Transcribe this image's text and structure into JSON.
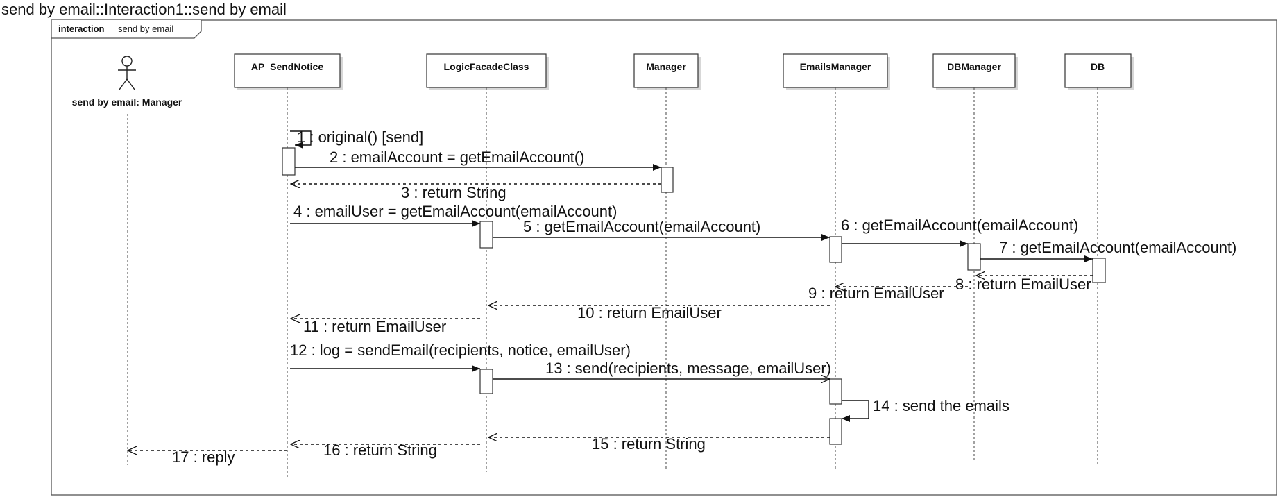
{
  "diagram": {
    "title": "send by email::Interaction1::send by email",
    "frame": {
      "keyword": "interaction",
      "name": "send by email"
    },
    "actor": {
      "label": "send by email: Manager"
    },
    "lifelines": [
      {
        "label": "AP_SendNotice"
      },
      {
        "label": "LogicFacadeClass"
      },
      {
        "label": "Manager"
      },
      {
        "label": "EmailsManager"
      },
      {
        "label": "DBManager"
      },
      {
        "label": "DB"
      }
    ],
    "messages": [
      {
        "label": "1 : original() [send]",
        "kind": "self-call"
      },
      {
        "label": "2 : emailAccount = getEmailAccount()",
        "kind": "call"
      },
      {
        "label": "3 : return String",
        "kind": "return"
      },
      {
        "label": "4 : emailUser = getEmailAccount(emailAccount)",
        "kind": "call"
      },
      {
        "label": "5 : getEmailAccount(emailAccount)",
        "kind": "call"
      },
      {
        "label": "6 : getEmailAccount(emailAccount)",
        "kind": "call"
      },
      {
        "label": "7 : getEmailAccount(emailAccount)",
        "kind": "call"
      },
      {
        "label": "8 : return EmailUser",
        "kind": "return"
      },
      {
        "label": "9 : return EmailUser",
        "kind": "return"
      },
      {
        "label": "10 : return EmailUser",
        "kind": "return"
      },
      {
        "label": "11 : return EmailUser",
        "kind": "return"
      },
      {
        "label": "12 : log = sendEmail(recipients, notice, emailUser)",
        "kind": "call"
      },
      {
        "label": "13 : send(recipients, message, emailUser)",
        "kind": "async-call"
      },
      {
        "label": "14 : send the emails",
        "kind": "self-call"
      },
      {
        "label": "15 : return String",
        "kind": "return"
      },
      {
        "label": "16 : return String",
        "kind": "return"
      },
      {
        "label": "17 : reply",
        "kind": "return"
      }
    ]
  }
}
